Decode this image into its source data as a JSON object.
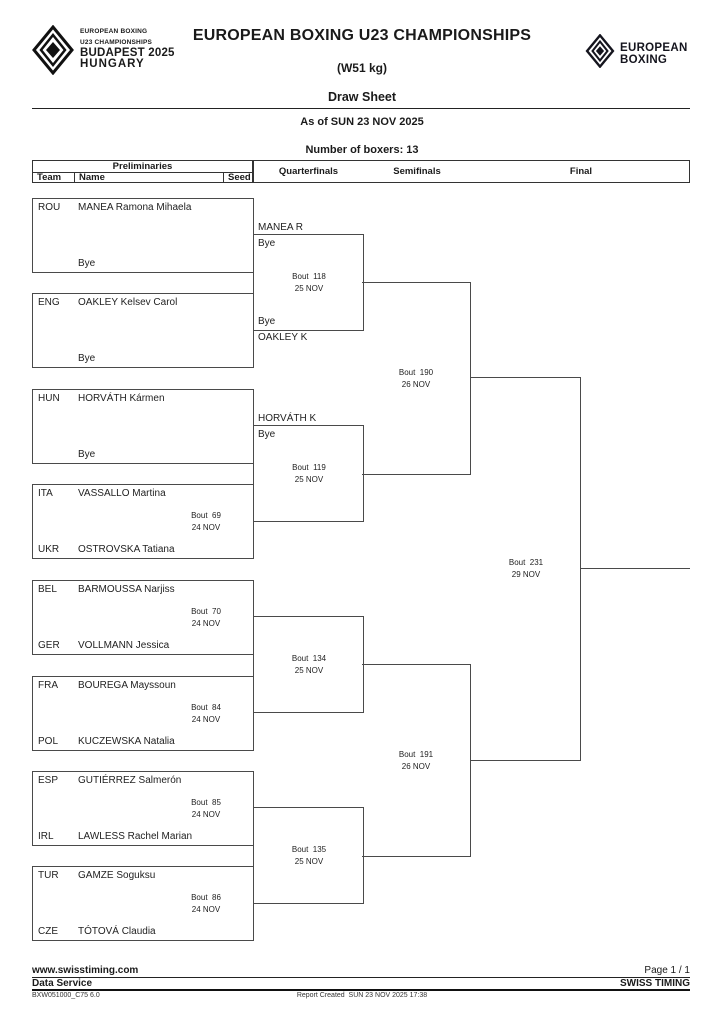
{
  "header": {
    "title": "EUROPEAN BOXING U23 CHAMPIONSHIPS",
    "weight_class": "(W51 kg)",
    "sheet_type": "Draw Sheet",
    "as_of": "As of SUN 23 NOV 2025",
    "boxer_count": "Number of boxers: 13",
    "event_logo": {
      "line1": "EUROPEAN BOXING",
      "line2": "U23 CHAMPIONSHIPS",
      "line3": "BUDAPEST 2025",
      "line4": "HUNGARY"
    },
    "org_logo": {
      "line1": "EUROPEAN",
      "line2": "BOXING"
    }
  },
  "columns": {
    "preliminaries": "Preliminaries",
    "team": "Team",
    "name": "Name",
    "seed": "Seed",
    "quarterfinals": "Quarterfinals",
    "semifinals": "Semifinals",
    "final": "Final"
  },
  "preliminaries": [
    {
      "team": "ROU",
      "name": "MANEA Ramona Mihaela",
      "opp_team": "",
      "opp_name": "Bye",
      "bout": "",
      "bout_date": ""
    },
    {
      "team": "ENG",
      "name": "OAKLEY Kelsev Carol",
      "opp_team": "",
      "opp_name": "Bye",
      "bout": "",
      "bout_date": ""
    },
    {
      "team": "HUN",
      "name": "HORVÁTH Kármen",
      "opp_team": "",
      "opp_name": "Bye",
      "bout": "",
      "bout_date": ""
    },
    {
      "team": "ITA",
      "name": "VASSALLO Martina",
      "opp_team": "UKR",
      "opp_name": "OSTROVSKA Tatiana",
      "bout": "Bout  69",
      "bout_date": "24 NOV"
    },
    {
      "team": "BEL",
      "name": "BARMOUSSA Narjiss",
      "opp_team": "GER",
      "opp_name": "VOLLMANN Jessica",
      "bout": "Bout  70",
      "bout_date": "24 NOV"
    },
    {
      "team": "FRA",
      "name": "BOUREGA Mayssoun",
      "opp_team": "POL",
      "opp_name": "KUCZEWSKA Natalia",
      "bout": "Bout  84",
      "bout_date": "24 NOV"
    },
    {
      "team": "ESP",
      "name": "GUTIÉRREZ Salmerón",
      "opp_team": "IRL",
      "opp_name": "LAWLESS Rachel Marian",
      "bout": "Bout  85",
      "bout_date": "24 NOV"
    },
    {
      "team": "TUR",
      "name": "GAMZE Soguksu",
      "opp_team": "CZE",
      "opp_name": "TÓTOVÁ Claudia",
      "bout": "Bout  86",
      "bout_date": "24 NOV"
    }
  ],
  "quarterfinals": [
    {
      "top_name": "MANEA R",
      "top_note": "Bye",
      "bottom_note": "Bye",
      "bottom_name": "OAKLEY K",
      "bout": "Bout  118",
      "bout_date": "25 NOV"
    },
    {
      "top_name": "HORVÁTH K",
      "top_note": "Bye",
      "bottom_note": "",
      "bottom_name": "",
      "bout": "Bout  119",
      "bout_date": "25 NOV"
    },
    {
      "top_name": "",
      "top_note": "",
      "bottom_note": "",
      "bottom_name": "",
      "bout": "Bout  134",
      "bout_date": "25 NOV"
    },
    {
      "top_name": "",
      "top_note": "",
      "bottom_note": "",
      "bottom_name": "",
      "bout": "Bout  135",
      "bout_date": "25 NOV"
    }
  ],
  "semifinals": [
    {
      "bout": "Bout  190",
      "bout_date": "26 NOV"
    },
    {
      "bout": "Bout  191",
      "bout_date": "26 NOV"
    }
  ],
  "final": {
    "bout": "Bout  231",
    "bout_date": "29 NOV"
  },
  "footer": {
    "website": "www.swisstiming.com",
    "page": "Page 1 / 1",
    "service": "Data Service",
    "company": "SWISS TIMING",
    "report_code": "BXW051000_C75 6.0",
    "report_created": "Report Created  SUN 23 NOV 2025 17:38"
  }
}
